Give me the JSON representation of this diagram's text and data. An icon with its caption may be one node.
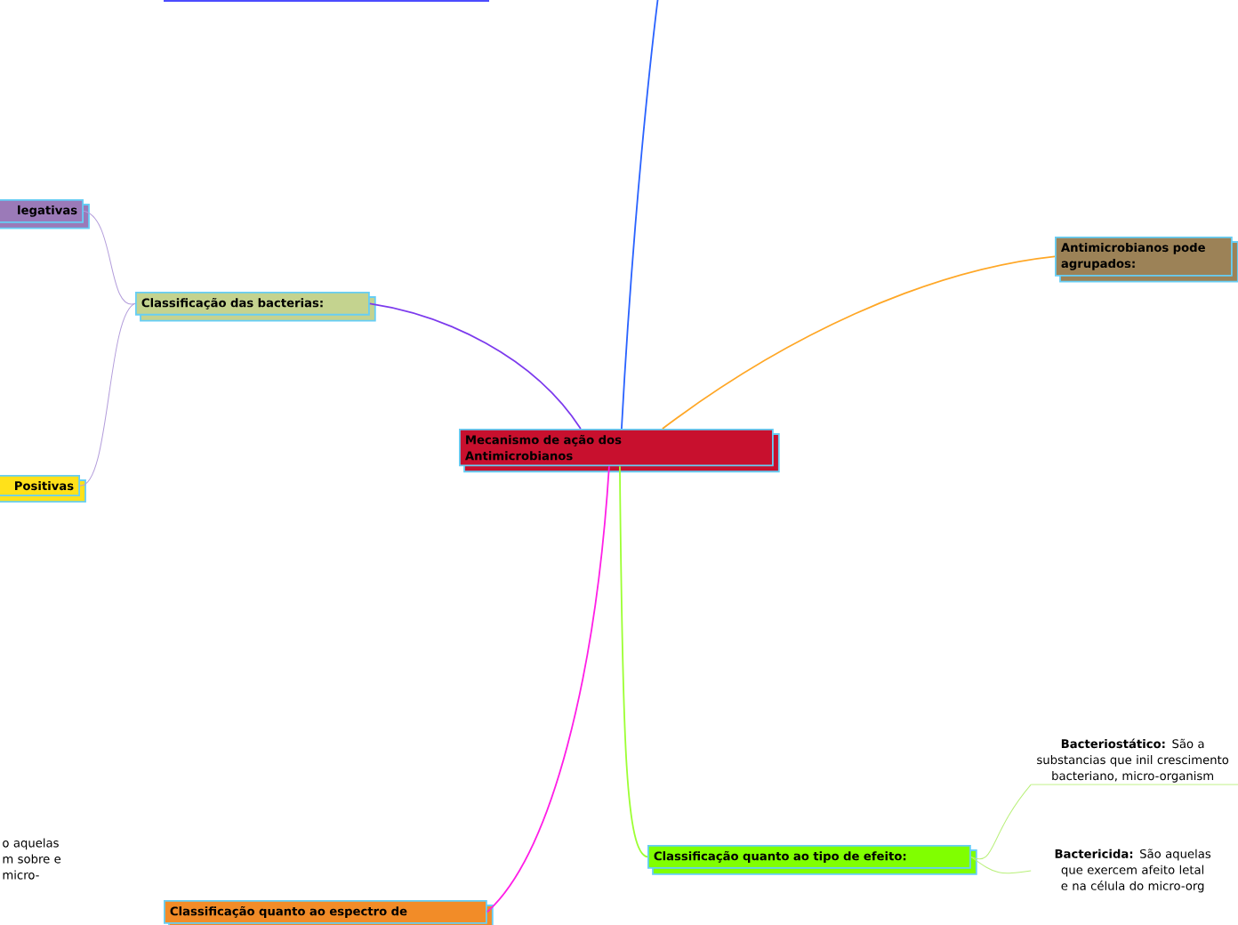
{
  "diagram": {
    "nodes": [
      {
        "text": [
          "Mecanismo de ação dos Antimicrobianos"
        ]
      },
      {
        "text": [
          "Classificação das bacterias:"
        ]
      },
      {
        "text": [
          "legativas"
        ]
      },
      {
        "text": [
          "Positivas"
        ]
      },
      {
        "text": [
          "Antimicrobianos pode agrupados:"
        ]
      },
      {
        "text": [
          "Classificação quanto ao tipo de efeito:"
        ]
      },
      {
        "text": [
          "**Bacteriostático:** São a substancias que inil crescimento bacteriano, micro-organism"
        ]
      },
      {
        "text": [
          "**Bactericida:** São aquelas que exercem afeito letal e na célula do micro-org"
        ]
      },
      {
        "text": [
          "Classificação quanto ao espectro de"
        ]
      }
    ],
    "edges": [
      {
        "from": 0,
        "to": null,
        "arrow": "none",
        "color": "#2962ff"
      },
      {
        "from": 0,
        "to": 1,
        "arrow": "none",
        "color": "#7c3aed"
      },
      {
        "from": 1,
        "to": 2,
        "arrow": "none",
        "color": "#b39ddb"
      },
      {
        "from": 1,
        "to": 3,
        "arrow": "none",
        "color": "#b39ddb"
      },
      {
        "from": 0,
        "to": 4,
        "arrow": "none",
        "color": "#ffa726"
      },
      {
        "from": 0,
        "to": 5,
        "arrow": "none",
        "color": "#9cff33"
      },
      {
        "from": 0,
        "to": 8,
        "arrow": "none",
        "color": "#ff1ee6"
      },
      {
        "from": 5,
        "to": 6,
        "arrow": "none",
        "color": "#b9f07a"
      },
      {
        "from": 5,
        "to": 7,
        "arrow": "none",
        "color": "#b9f07a"
      }
    ],
    "labels": [
      "o aquelas m sobre e micro-"
    ]
  }
}
